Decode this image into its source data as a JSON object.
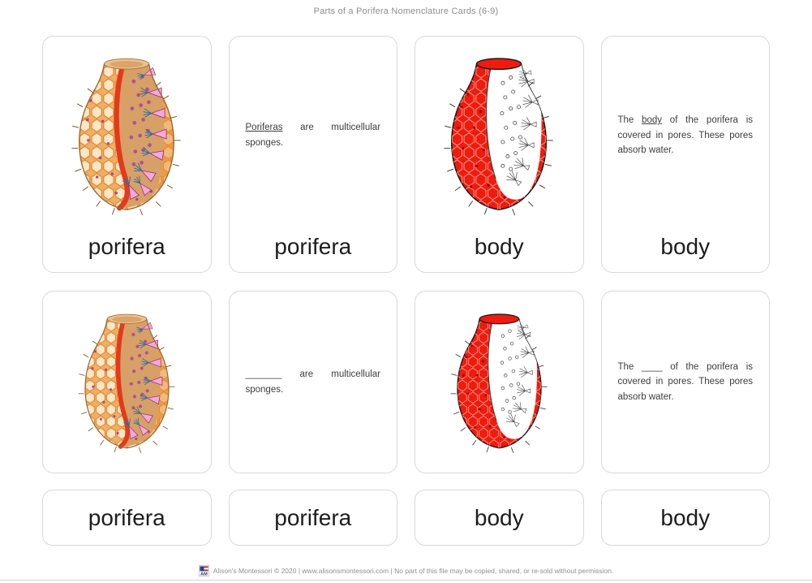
{
  "title": "Parts of a Porifera Nomenclature Cards (6-9)",
  "colors": {
    "card_border": "#d8d8d8",
    "highlight_red": "#ee1b0f",
    "sponge_tan": "#e9b27f",
    "hex_outline_orange": "#dd7a22",
    "cone_pink": "#f3a8da",
    "tuft_blue": "#2e6fa6",
    "dot_purple": "#a63c86",
    "body_text": "#3d3d3d",
    "label_text": "#1d1d1d",
    "muted_text": "#8f8f8f"
  },
  "cards": {
    "row1": [
      {
        "type": "picture",
        "image": "porifera-color-illustration",
        "label": "porifera"
      },
      {
        "type": "definition",
        "pre": "",
        "term": "Poriferas",
        "post": " are multicellular sponges.",
        "label": "porifera"
      },
      {
        "type": "picture",
        "image": "porifera-body-highlight-illustration",
        "label": "body"
      },
      {
        "type": "definition",
        "pre": "The ",
        "term": "body",
        "post": " of the porifera is covered in pores. These pores absorb water.",
        "label": "body"
      }
    ],
    "row2": [
      {
        "type": "picture",
        "image": "porifera-color-illustration"
      },
      {
        "type": "definition-blank",
        "pre": "",
        "blank": "_______",
        "post": " are multicellular sponges."
      },
      {
        "type": "picture",
        "image": "porifera-body-highlight-illustration"
      },
      {
        "type": "definition-blank",
        "pre": "The ",
        "blank": "____",
        "post": " of the porifera is covered in pores. These pores absorb water."
      }
    ],
    "row3_labels": [
      "porifera",
      "porifera",
      "body",
      "body"
    ]
  },
  "footer": {
    "logo": "alisons-montessori-logo",
    "text": "Alison's Montessori © 2020 | www.alisonsmontessori.com | No part of this file may be copied, shared, or re-sold without permission."
  }
}
